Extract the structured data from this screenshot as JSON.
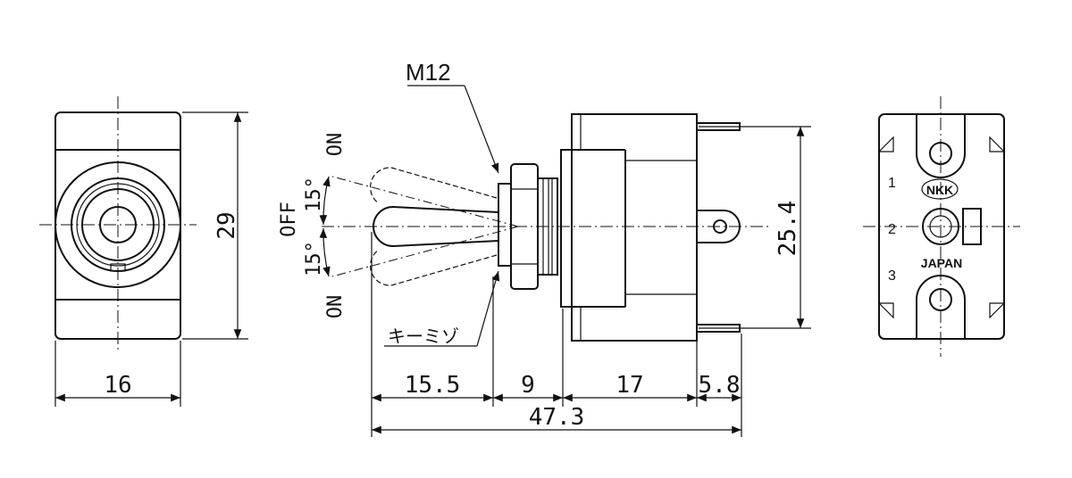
{
  "dimensions": {
    "width_front": "16",
    "height_front": "29",
    "lever": "15.5",
    "bushing": "9",
    "body": "17",
    "terminal": "5.8",
    "overall": "47.3",
    "terminal_pitch": "25.4"
  },
  "thread": "M12",
  "positions": {
    "on_top": "ON",
    "off": "OFF",
    "on_bottom": "ON",
    "angle_top": "15°",
    "angle_bottom": "15°"
  },
  "keyway_label": "キーミゾ",
  "terminals": [
    "1",
    "2",
    "3"
  ],
  "brand": "NKK",
  "origin": "JAPAN"
}
